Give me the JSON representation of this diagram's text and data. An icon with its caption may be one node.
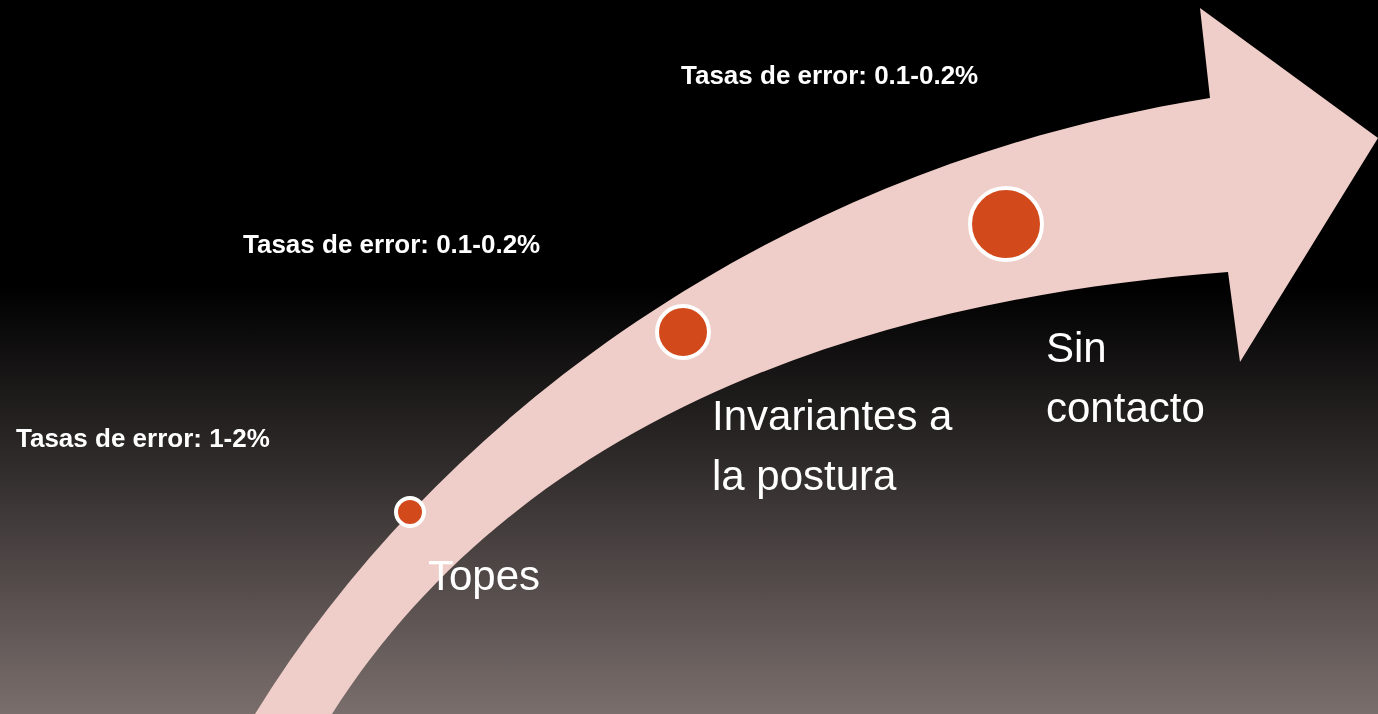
{
  "diagram": {
    "nodes": [
      {
        "text": [],
        "shape": "circle",
        "beside": [
          "Topes"
        ]
      },
      {
        "text": [],
        "shape": "circle",
        "beside": [
          "Invariantes a la postura"
        ]
      },
      {
        "text": [],
        "shape": "circle",
        "beside": [
          "Sin contacto"
        ]
      }
    ],
    "labels": [
      "Tasas de error: 0.1-0.2%",
      "Tasas de error: 0.1-0.2%",
      "Tasas de error: 1-2%"
    ]
  }
}
